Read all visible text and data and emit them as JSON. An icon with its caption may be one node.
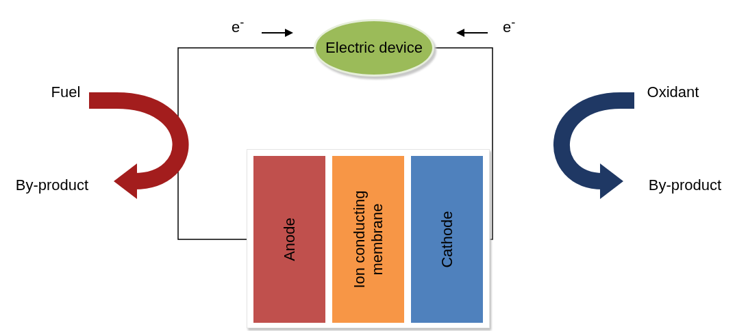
{
  "diagram": {
    "nodes": [
      {
        "text": [
          "Electric device"
        ]
      },
      {
        "text": [],
        "shape": "box"
      },
      {
        "text": [
          "Anode"
        ],
        "in": 1
      },
      {
        "text": [
          "Ion conducting membrane"
        ],
        "in": 1
      },
      {
        "text": [
          "Cathode"
        ],
        "in": 1
      },
      {
        "text": [
          "Fuel"
        ]
      },
      {
        "text": [
          "By-product"
        ]
      },
      {
        "text": [
          "Oxidant"
        ]
      },
      {
        "text": [
          "By-product"
        ]
      }
    ],
    "edges": [
      {
        "from": 2,
        "to": 0,
        "arrow": "none"
      },
      {
        "from": 4,
        "to": 0,
        "arrow": "none"
      },
      {
        "from": 5,
        "to": 6,
        "arrow": "to",
        "style": "thick",
        "color": "#a31d1d"
      },
      {
        "from": 7,
        "to": 8,
        "arrow": "to",
        "style": "thick",
        "color": "#1f3864"
      }
    ],
    "labels": [
      "e$^{-}$",
      "e$^{-}$"
    ]
  }
}
